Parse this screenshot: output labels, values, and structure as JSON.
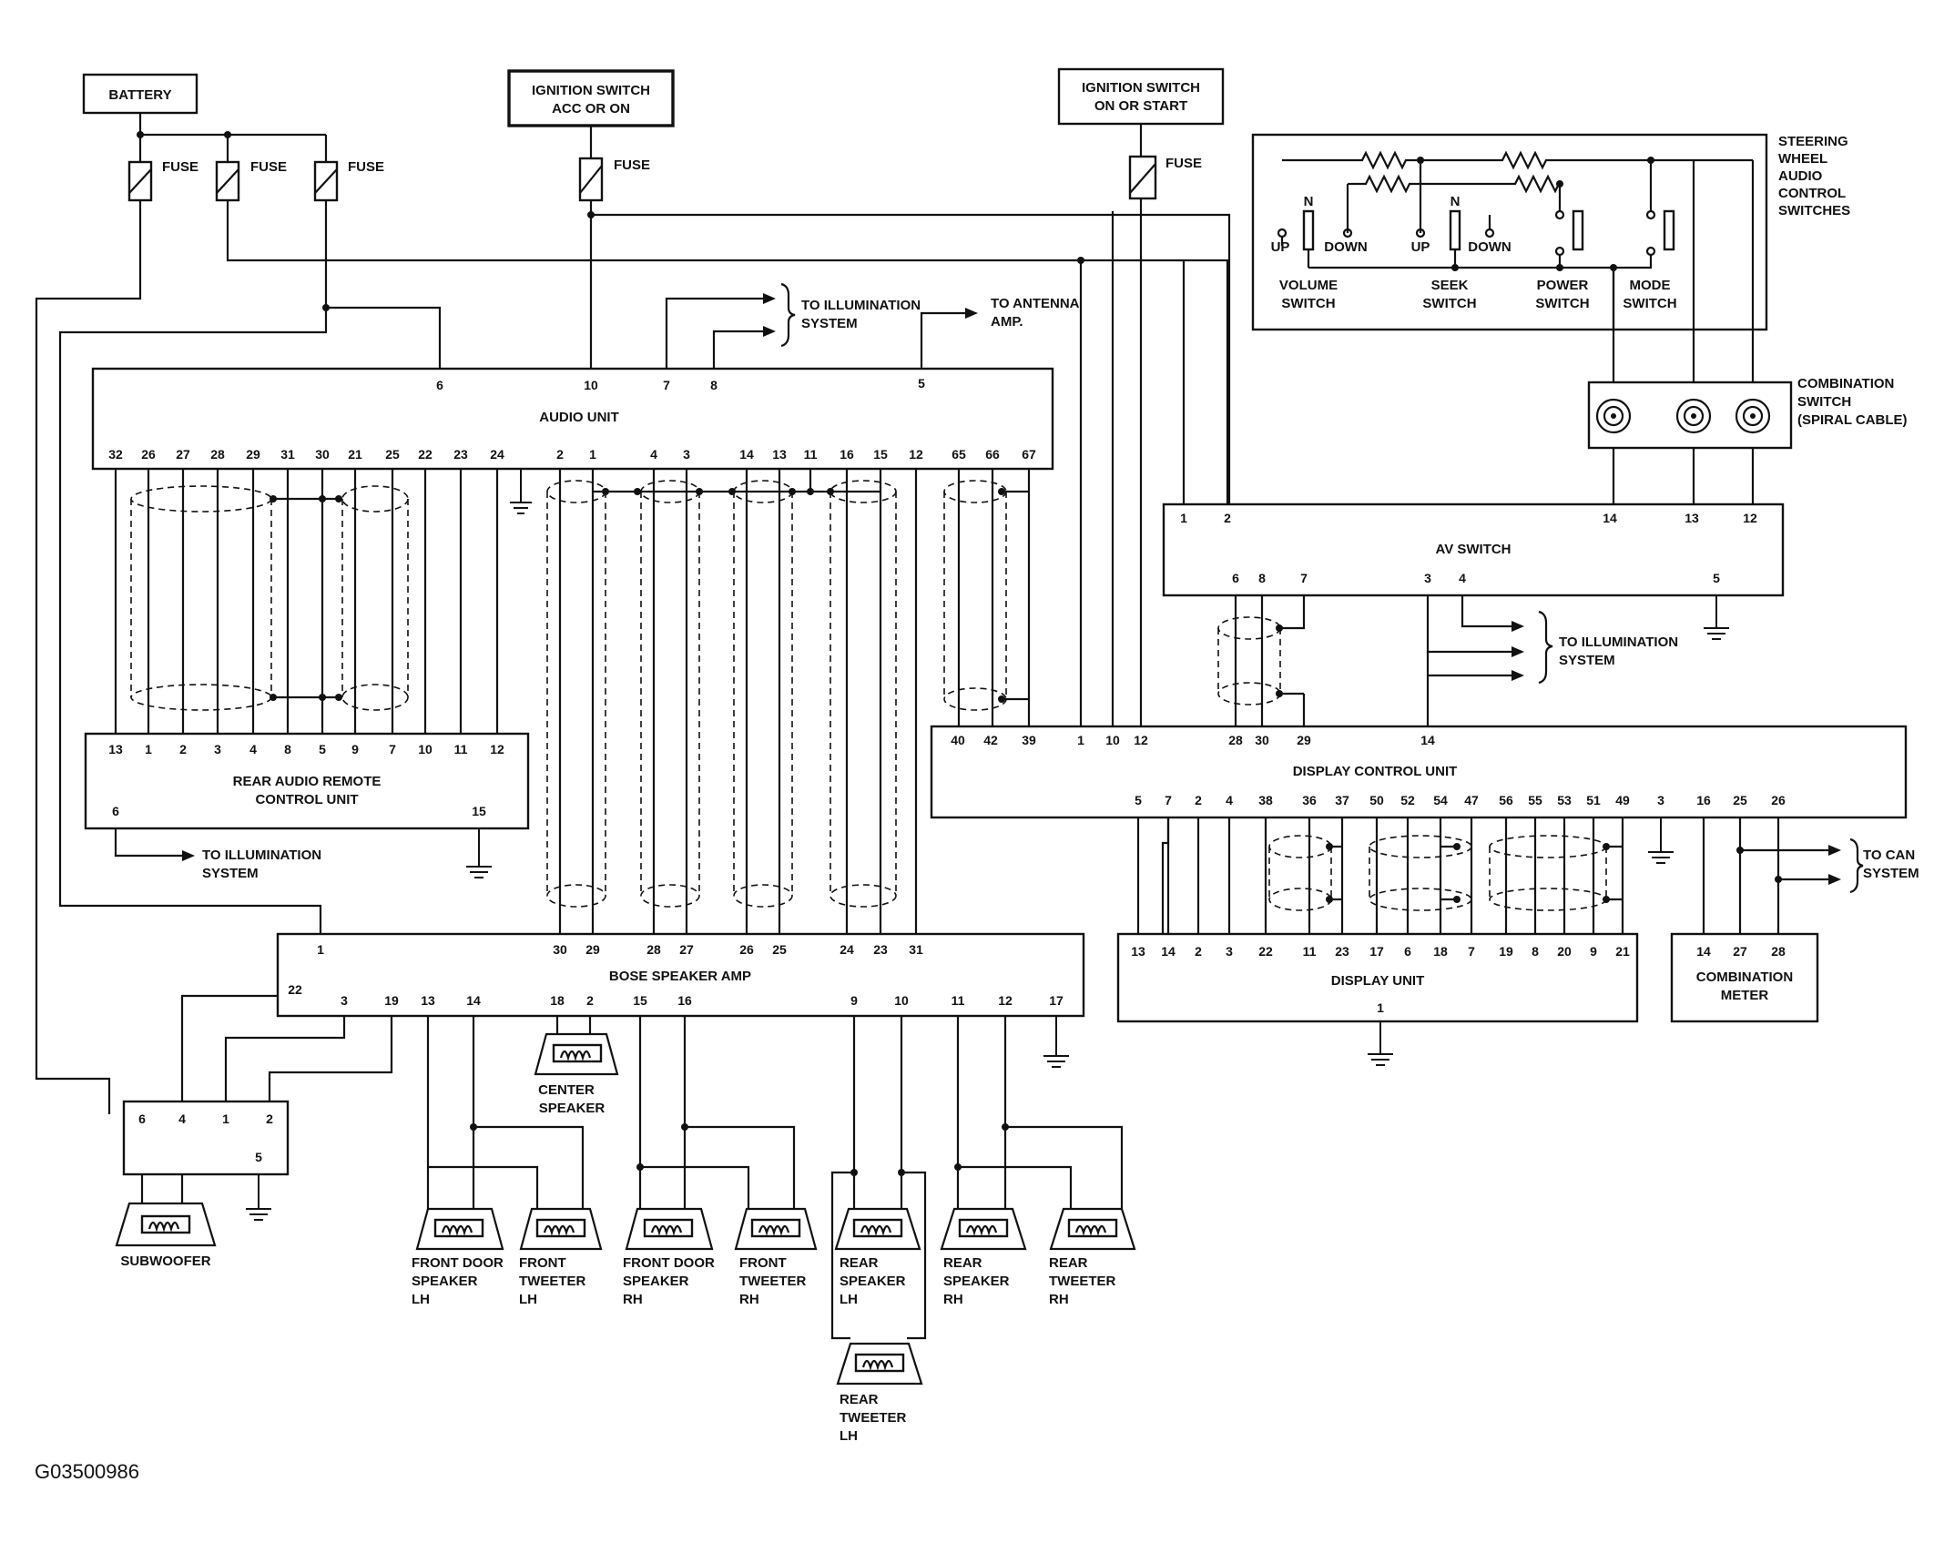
{
  "power": {
    "battery": "BATTERY",
    "ign_acc_1": "IGNITION SWITCH",
    "ign_acc_2": "ACC OR ON",
    "ign_on_1": "IGNITION SWITCH",
    "ign_on_2": "ON OR START",
    "fuse": "FUSE"
  },
  "audio_unit": {
    "name": "AUDIO UNIT",
    "top_pins": [
      "6",
      "10",
      "7",
      "8",
      "5"
    ],
    "bottom_pins": [
      "32",
      "26",
      "27",
      "28",
      "29",
      "31",
      "30",
      "21",
      "25",
      "22",
      "23",
      "24",
      "2",
      "1",
      "4",
      "3",
      "14",
      "13",
      "11",
      "16",
      "15",
      "12",
      "65",
      "66",
      "67"
    ]
  },
  "steering": {
    "title_1": "STEERING",
    "title_2": "WHEEL",
    "title_3": "AUDIO",
    "title_4": "CONTROL",
    "title_5": "SWITCHES",
    "n": "N",
    "up": "UP",
    "down": "DOWN",
    "volume_1": "VOLUME",
    "seek_1": "SEEK",
    "power_1": "POWER",
    "mode_1": "MODE",
    "switch": "SWITCH"
  },
  "combination_switch": {
    "l1": "COMBINATION",
    "l2": "SWITCH",
    "l3": "(SPIRAL CABLE)"
  },
  "av_switch": {
    "name": "AV SWITCH",
    "pins": [
      "1",
      "2",
      "14",
      "13",
      "12",
      "6",
      "8",
      "7",
      "3",
      "4",
      "5"
    ]
  },
  "illumination": {
    "l1": "TO ILLUMINATION",
    "l2": "SYSTEM"
  },
  "antenna": {
    "l1": "TO ANTENNA",
    "l2": "AMP."
  },
  "rear_remote": {
    "l1": "REAR AUDIO REMOTE",
    "l2": "CONTROL UNIT",
    "top_pins": [
      "13",
      "1",
      "2",
      "3",
      "4",
      "8",
      "5",
      "9",
      "7",
      "10",
      "11",
      "12"
    ],
    "bottom_pins": [
      "6",
      "15"
    ]
  },
  "display_control": {
    "name": "DISPLAY CONTROL UNIT",
    "top_pins": [
      "40",
      "42",
      "39",
      "1",
      "10",
      "12",
      "28",
      "30",
      "29",
      "14"
    ],
    "bottom_pins": [
      "5",
      "7",
      "2",
      "4",
      "38",
      "36",
      "37",
      "50",
      "52",
      "54",
      "47",
      "56",
      "55",
      "53",
      "51",
      "49",
      "3",
      "16",
      "25",
      "26"
    ]
  },
  "can": {
    "l1": "TO CAN",
    "l2": "SYSTEM"
  },
  "display_unit": {
    "name": "DISPLAY UNIT",
    "top_pins": [
      "13",
      "14",
      "2",
      "3",
      "22",
      "11",
      "23",
      "17",
      "6",
      "18",
      "7",
      "19",
      "8",
      "20",
      "9",
      "21"
    ],
    "bottom_pin": "1"
  },
  "combination_meter": {
    "l1": "COMBINATION",
    "l2": "METER",
    "pins": [
      "14",
      "27",
      "28"
    ]
  },
  "bose_amp": {
    "name": "BOSE SPEAKER AMP",
    "top_pins": [
      "1",
      "30",
      "29",
      "28",
      "27",
      "26",
      "25",
      "24",
      "23",
      "31"
    ],
    "bottom_pins": [
      "22",
      "3",
      "19",
      "13",
      "14",
      "18",
      "2",
      "15",
      "16",
      "9",
      "10",
      "11",
      "12",
      "17"
    ]
  },
  "sub_amp": {
    "pins": [
      "6",
      "4",
      "1",
      "2",
      "5"
    ]
  },
  "speakers": {
    "subwoofer": "SUBWOOFER",
    "center_1": "CENTER",
    "center_2": "SPEAKER",
    "fd_lh_1": "FRONT DOOR",
    "fd_lh_2": "SPEAKER",
    "fd_lh_3": "LH",
    "ft_lh_1": "FRONT",
    "ft_lh_2": "TWEETER",
    "ft_lh_3": "LH",
    "fd_rh_1": "FRONT DOOR",
    "fd_rh_2": "SPEAKER",
    "fd_rh_3": "RH",
    "ft_rh_1": "FRONT",
    "ft_rh_2": "TWEETER",
    "ft_rh_3": "RH",
    "rs_lh_1": "REAR",
    "rs_lh_2": "SPEAKER",
    "rs_lh_3": "LH",
    "rs_rh_1": "REAR",
    "rs_rh_2": "SPEAKER",
    "rs_rh_3": "RH",
    "rt_rh_1": "REAR",
    "rt_rh_2": "TWEETER",
    "rt_rh_3": "RH",
    "rt_lh_1": "REAR",
    "rt_lh_2": "TWEETER",
    "rt_lh_3": "LH"
  },
  "figure_id": "G03500986"
}
